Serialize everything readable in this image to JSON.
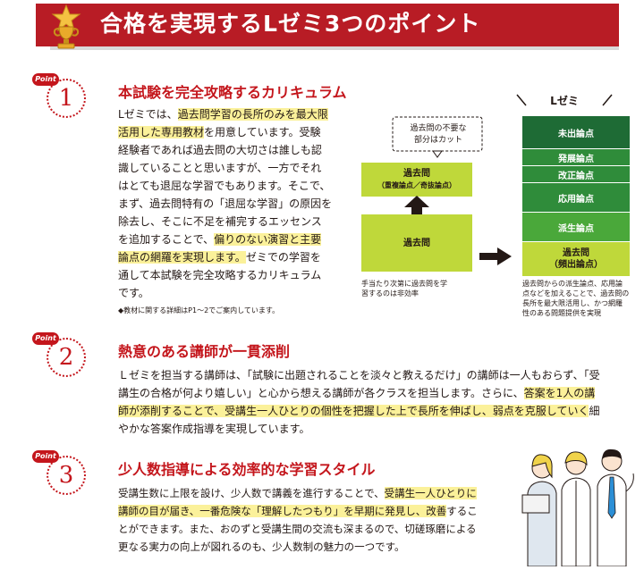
{
  "header": {
    "title": "合格を実現するLゼミ3つのポイント"
  },
  "badge_label": "Point",
  "points": [
    {
      "number": "1",
      "heading": "本試験を完全攻略するカリキュラム",
      "lines": [
        [
          "Lゼミでは、",
          "過去問学習の長所のみを最大限"
        ],
        [
          "活用した専用教材",
          "を用意しています。受験"
        ],
        [
          "経験者であれば過去問の大切さは誰しも認"
        ],
        [
          "識していることと思いますが、一方でそれ"
        ],
        [
          "はとても退屈な学習でもあります。そこで、"
        ],
        [
          "まず、過去問特有の「退屈な学習」の原因を"
        ],
        [
          "除去し、そこに不足を補完するエッセンス"
        ],
        [
          "を追加することで、",
          "偏りのない演習と主要"
        ],
        [
          "論点の網羅を実現します。",
          "ゼミでの学習を"
        ],
        [
          "通して本試験を完全攻略するカリキュラム"
        ],
        [
          "です。"
        ]
      ],
      "note": "◆教材に関する詳細はP1～2でご案内しています。"
    },
    {
      "number": "2",
      "heading": "熱意のある講師が一貫添削",
      "lines": [
        [
          "Ｌゼミを担当する講師は、「試験に出題されることを淡々と教えるだけ」の講師は一人もおらず、「受"
        ],
        [
          "講生の合格が何より嬉しい」と心から想える講師が各クラスを担当します。さらに、",
          "答案を1人の講"
        ],
        [
          "師が添削することで、受講生一人ひとりの個性を把握した上で長所を伸ばし、弱点を克服していく",
          "細"
        ],
        [
          "やかな答案作成指導を実現しています。"
        ]
      ]
    },
    {
      "number": "3",
      "heading": "少人数指導による効率的な学習スタイル",
      "lines": [
        [
          "受講生数に上限を設け、少人数で講義を進行することで、",
          "受講生一人ひとりに"
        ],
        [
          "講師の目が届き、一番危険な「理解したつもり」を早期に発見し、改善",
          "するこ"
        ],
        [
          "とができます。また、おのずと受講生間の交流も深まるので、切磋琢磨による"
        ],
        [
          "更なる実力の向上が図れるのも、少人数制の魅力の一つです。"
        ]
      ]
    }
  ],
  "diagram": {
    "lzemi_label": "Lゼミ",
    "bubble": [
      "過去問の不要な",
      "部分はカット"
    ],
    "box_top": [
      "過去問",
      "（重複論点／奇抜論点）"
    ],
    "box_bottom": "過去問",
    "left_caption": [
      "手当たり次第に過去問を学",
      "習するのは非効率"
    ],
    "stack": [
      "未出論点",
      "発展論点",
      "改正論点",
      "応用論点",
      "派生論点"
    ],
    "stack_base": [
      "過去問",
      "（頻出論点）"
    ],
    "right_caption": [
      "過去問からの派生論点、応用論",
      "点などを加えることで、過去問の",
      "長所を最大限活用し、かつ網羅",
      "性のある問題提供を実現"
    ]
  },
  "colors": {
    "banner_red": "#b81c25",
    "accent_red": "#c4161c",
    "highlight_yellow": "#fbf19a",
    "lime_green": "#bfd83a",
    "dark_green": "#1e6b35"
  }
}
